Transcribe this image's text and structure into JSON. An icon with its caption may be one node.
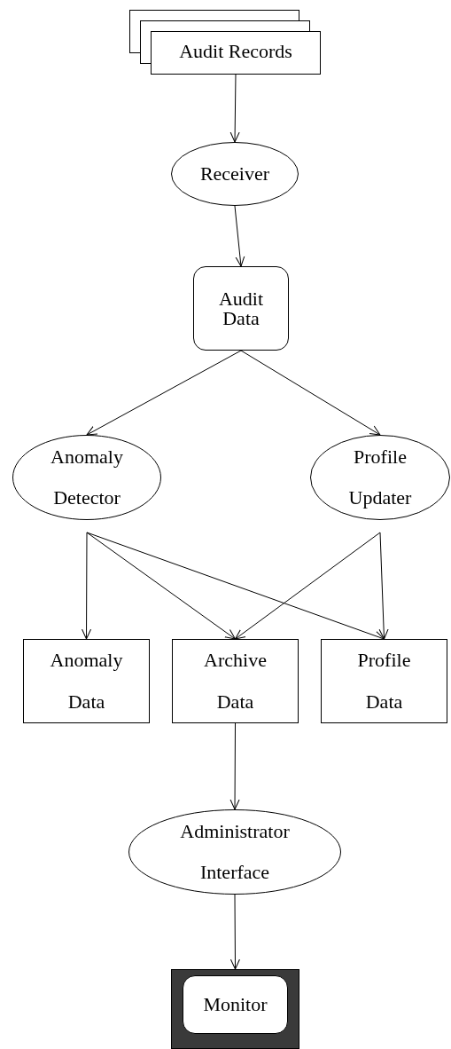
{
  "diagram": {
    "nodes": [
      {
        "text": [
          "Audit Records"
        ]
      },
      {
        "text": [
          "Receiver"
        ]
      },
      {
        "text": [
          "Audit Data"
        ]
      },
      {
        "text": [
          "Anomaly Detector"
        ]
      },
      {
        "text": [
          "Profile Updater"
        ]
      },
      {
        "text": [
          "Anomaly Data"
        ]
      },
      {
        "text": [
          "Archive Data"
        ]
      },
      {
        "text": [
          "Profile Data"
        ]
      },
      {
        "text": [
          "Administrator Interface"
        ]
      },
      {
        "text": [
          "Monitor"
        ]
      }
    ],
    "edges": [
      {
        "from": 0,
        "to": 1,
        "arrow": "to"
      },
      {
        "from": 1,
        "to": 2,
        "arrow": "to"
      },
      {
        "from": 2,
        "to": 3,
        "arrow": "to"
      },
      {
        "from": 2,
        "to": 4,
        "arrow": "to"
      },
      {
        "from": 3,
        "to": 5,
        "arrow": "to"
      },
      {
        "from": 3,
        "to": 6,
        "arrow": "to"
      },
      {
        "from": 3,
        "to": 7,
        "arrow": "to"
      },
      {
        "from": 4,
        "to": 6,
        "arrow": "to"
      },
      {
        "from": 4,
        "to": 7,
        "arrow": "to"
      },
      {
        "from": 6,
        "to": 8,
        "arrow": "to"
      },
      {
        "from": 8,
        "to": 9,
        "arrow": "to"
      }
    ]
  }
}
